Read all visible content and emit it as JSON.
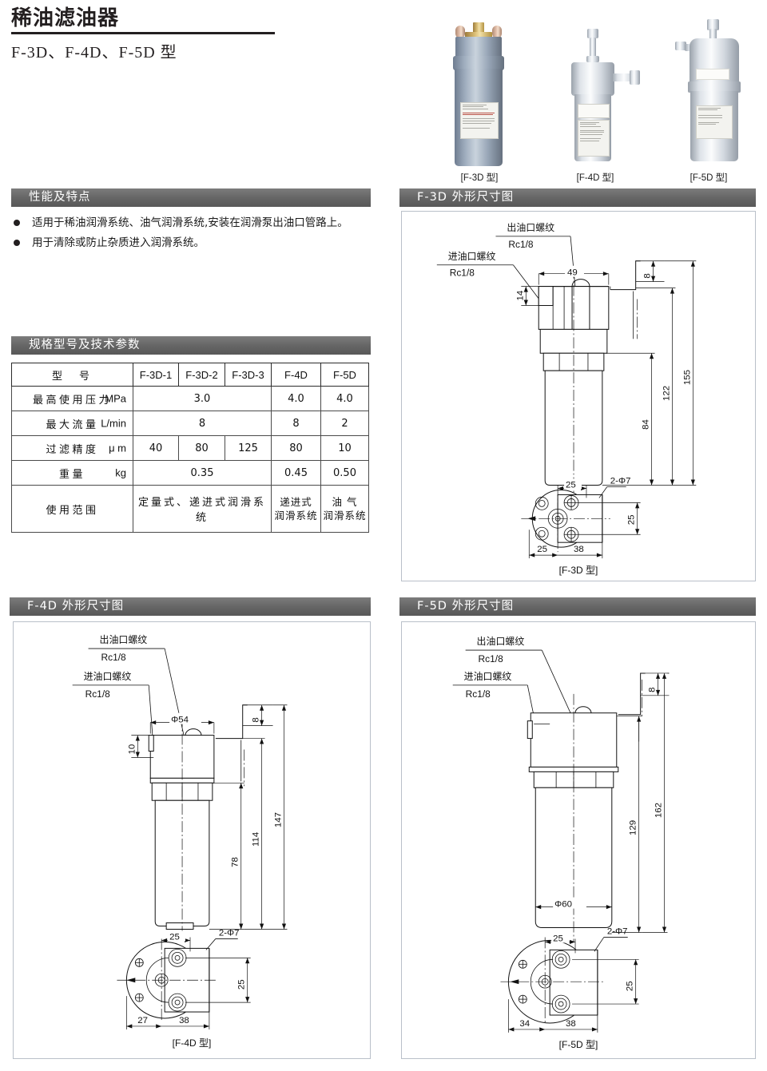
{
  "header": {
    "title_cn": "稀油滤油器",
    "models_line": "F-3D、F-4D、F-5D 型"
  },
  "photos": [
    {
      "caption": "[F-3D 型]"
    },
    {
      "caption": "[F-4D 型]"
    },
    {
      "caption": "[F-5D 型]"
    }
  ],
  "features": {
    "heading": "性能及特点",
    "items": [
      "适用于稀油润滑系统、油气润滑系统,安装在润滑泵出油口管路上。",
      "用于清除或防止杂质进入润滑系统。"
    ]
  },
  "spec": {
    "heading": "规格型号及技术参数",
    "columns": [
      "型　号",
      "F-3D-1",
      "F-3D-2",
      "F-3D-3",
      "F-4D",
      "F-5D"
    ],
    "rows": [
      {
        "label_zh": "最高使用压力",
        "unit": "MPa",
        "f3d_merged": "3.0",
        "f4d": "4.0",
        "f5d": "4.0"
      },
      {
        "label_zh": "最大流量",
        "unit": "L/min",
        "f3d_merged": "8",
        "f4d": "8",
        "f5d": "2"
      },
      {
        "label_zh": "过滤精度",
        "unit": "μ m",
        "f3d1": "40",
        "f3d2": "80",
        "f3d3": "125",
        "f4d": "80",
        "f5d": "10"
      },
      {
        "label_zh": "重量",
        "unit": "kg",
        "f3d_merged": "0.35",
        "f4d": "0.45",
        "f5d": "0.50"
      },
      {
        "label_zh": "使用范围",
        "unit": "",
        "f3d_merged": "定量式、递进式润滑系统",
        "f4d_l1": "递进式",
        "f4d_l2": "润滑系统",
        "f5d_l1": "油 气",
        "f5d_l2": "润滑系统"
      }
    ]
  },
  "drawings": {
    "f3d": {
      "heading": "F-3D 外形尺寸图",
      "note_out_1": "出油口螺纹",
      "note_out_2": "Rc1/8",
      "note_in_1": "进油口螺纹",
      "note_in_2": "Rc1/8",
      "d_width": "49",
      "d_top_gap": "14",
      "d_flange_t": "8",
      "d_h1": "84",
      "d_h2": "122",
      "d_h3": "155",
      "bv_top": "25",
      "bv_holes": "2-Φ7",
      "bv_right": "25",
      "bv_left": "25",
      "bv_bottom": "38",
      "bv_caption": "[F-3D 型]"
    },
    "f4d": {
      "heading": "F-4D 外形尺寸图",
      "note_out_1": "出油口螺纹",
      "note_out_2": "Rc1/8",
      "note_in_1": "进油口螺纹",
      "note_in_2": "Rc1/8",
      "d_dia": "Φ54",
      "d_top_gap": "10",
      "d_flange_t": "8",
      "d_h1": "78",
      "d_h2": "114",
      "d_h3": "147",
      "bv_top": "25",
      "bv_holes": "2-Φ7",
      "bv_right": "25",
      "bv_left": "27",
      "bv_bottom": "38",
      "bv_caption": "[F-4D 型]"
    },
    "f5d": {
      "heading": "F-5D 外形尺寸图",
      "note_out_1": "出油口螺纹",
      "note_out_2": "Rc1/8",
      "note_in_1": "进油口螺纹",
      "note_in_2": "Rc1/8",
      "d_dia": "Φ60",
      "d_flange_t": "8",
      "d_h1": "129",
      "d_h2": "162",
      "bv_top": "25",
      "bv_holes": "2-Φ7",
      "bv_right": "25",
      "bv_left": "34",
      "bv_bottom": "38",
      "bv_caption": "[F-5D 型]"
    }
  }
}
